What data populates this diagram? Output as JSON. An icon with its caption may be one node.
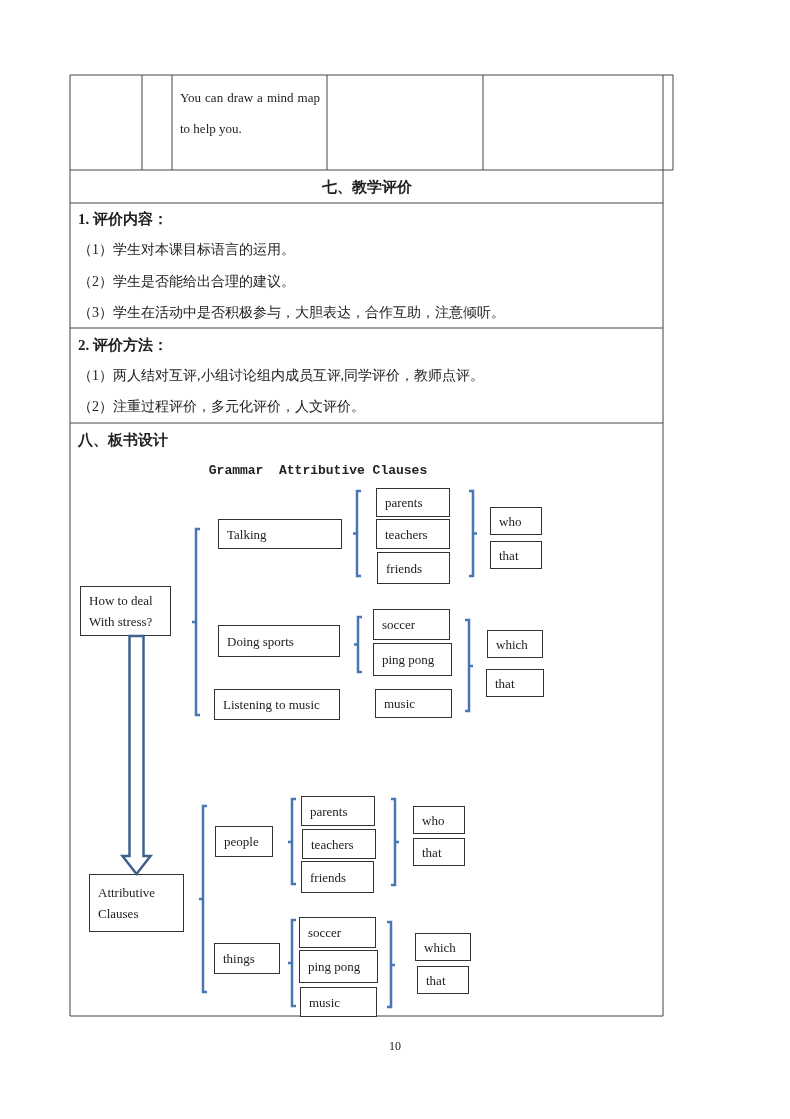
{
  "diagram": {
    "title": "Grammar  Attributive Clauses",
    "nodes": [
      {
        "text": [
          "How to deal With stress?"
        ]
      },
      {
        "text": [
          "Talking"
        ]
      },
      {
        "text": [
          "Doing sports"
        ]
      },
      {
        "text": [
          "Listening to music"
        ]
      },
      {
        "text": [
          "parents"
        ]
      },
      {
        "text": [
          "teachers"
        ]
      },
      {
        "text": [
          "friends"
        ]
      },
      {
        "text": [
          "who"
        ]
      },
      {
        "text": [
          "that"
        ]
      },
      {
        "text": [
          "soccer"
        ]
      },
      {
        "text": [
          "ping pong"
        ]
      },
      {
        "text": [
          "music"
        ]
      },
      {
        "text": [
          "which"
        ]
      },
      {
        "text": [
          "that"
        ]
      },
      {
        "text": [
          "Attributive Clauses"
        ]
      },
      {
        "text": [
          "people"
        ]
      },
      {
        "text": [
          "things"
        ]
      },
      {
        "text": [
          "parents"
        ]
      },
      {
        "text": [
          "teachers"
        ]
      },
      {
        "text": [
          "friends"
        ]
      },
      {
        "text": [
          "who"
        ]
      },
      {
        "text": [
          "that"
        ]
      },
      {
        "text": [
          "soccer"
        ]
      },
      {
        "text": [
          "ping pong"
        ]
      },
      {
        "text": [
          "music"
        ]
      },
      {
        "text": [
          "which"
        ]
      },
      {
        "text": [
          "that"
        ]
      }
    ],
    "edges": [
      {
        "from": 0,
        "to": 14,
        "arrow": "to"
      }
    ],
    "labels": [
      "You can draw a mind map to help you.",
      "七、教学评价",
      "1. 评价内容：",
      "（1）学生对本课目标语言的运用。",
      "（2）学生是否能给出合理的建议。",
      "（3）学生在活动中是否积极参与，大胆表达，合作互助，注意倾听。",
      "2. 评价方法：",
      "（1）两人结对互评,小组讨论组内成员互评,同学评价，教师点评。",
      "（2）注重过程评价，多元化评价，人文评价。",
      "八、板书设计",
      "10"
    ]
  }
}
